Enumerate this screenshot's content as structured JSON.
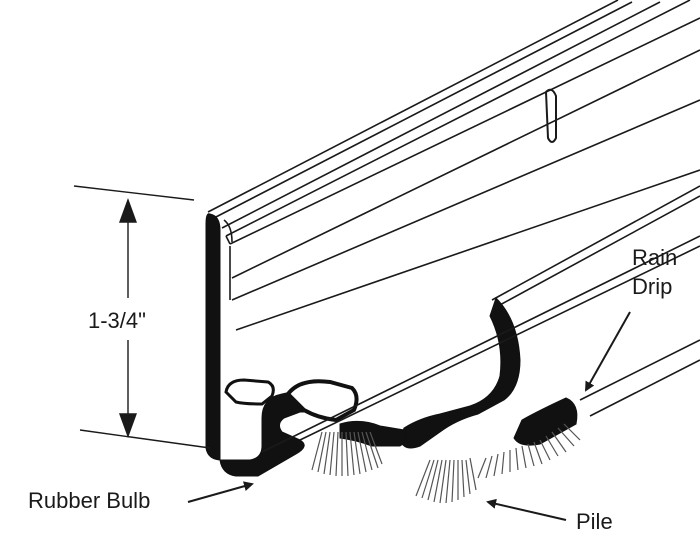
{
  "labels": {
    "dimension": "1-3/4\"",
    "rain_drip_line1": "Rain",
    "rain_drip_line2": "Drip",
    "rubber_bulb": "Rubber Bulb",
    "pile": "Pile"
  },
  "colors": {
    "line": "#1a1a1a",
    "fill": "#ffffff",
    "rubber": "#111111",
    "bristle": "#555555"
  }
}
